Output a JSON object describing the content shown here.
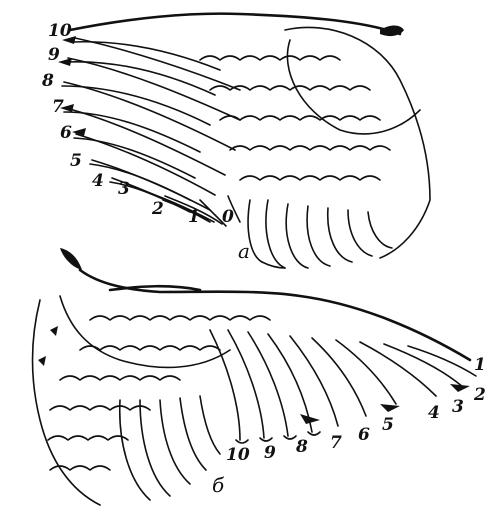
{
  "figure": {
    "top_wing": {
      "caption": "а",
      "labels": [
        "10",
        "9",
        "8",
        "7",
        "6",
        "5",
        "4",
        "3",
        "2",
        "1",
        "0"
      ]
    },
    "bottom_wing": {
      "caption": "б",
      "labels": [
        "1",
        "2",
        "3",
        "4",
        "5",
        "6",
        "7",
        "8",
        "9",
        "10"
      ]
    },
    "ink_color": "#111111",
    "background_color": "#ffffff"
  }
}
